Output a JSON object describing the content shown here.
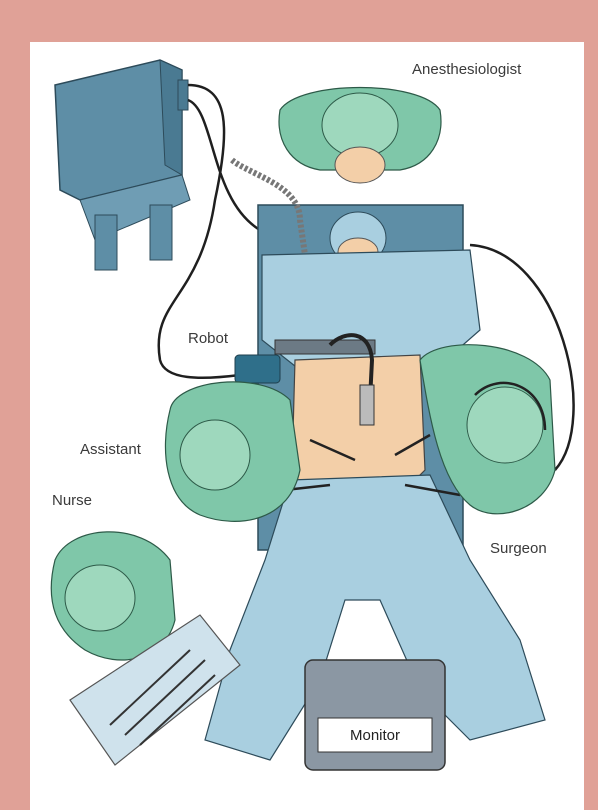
{
  "labels": {
    "anesthesiologist": "Anesthesiologist",
    "robot": "Robot",
    "assistant": "Assistant",
    "nurse": "Nurse",
    "surgeon": "Surgeon",
    "monitor": "Monitor"
  },
  "colors": {
    "frame": "#e0a197",
    "panel": "#ffffff",
    "gown": "#7fc7a9",
    "drape": "#a9cfe0",
    "machine": "#5e8ea6",
    "skin": "#f3cfa8",
    "monitor": "#8b97a3"
  }
}
